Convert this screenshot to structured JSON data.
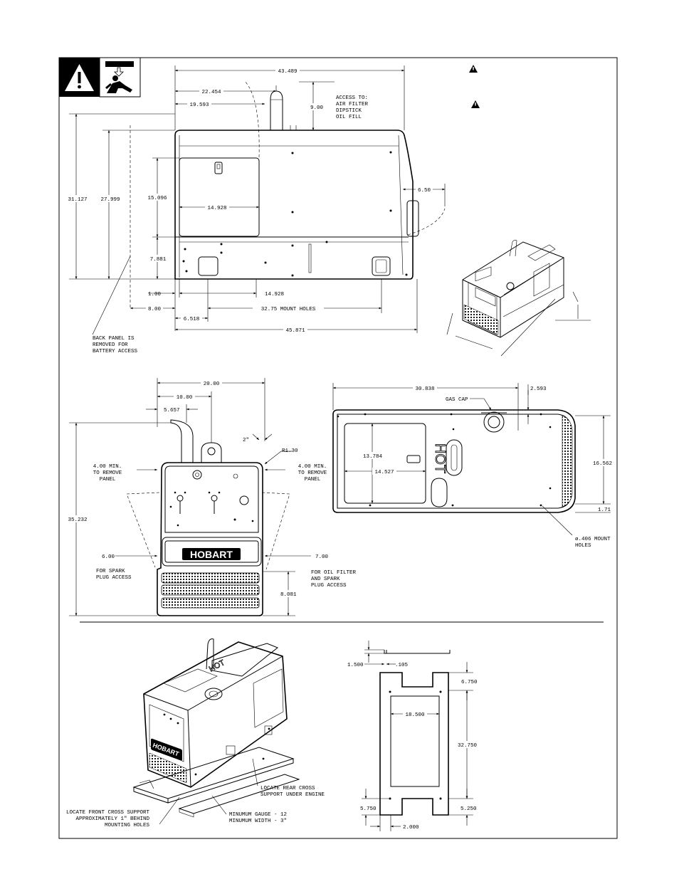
{
  "warning_icons": [
    "hazard-warning-icon",
    "falling-equipment-icon",
    "small-warning-icon"
  ],
  "side_view": {
    "dims": {
      "overall_length": "43.489",
      "to_exhaust": "22.454",
      "to_exhaust_inner": "19.593",
      "exhaust_height": "9.00",
      "height_total": "31.127",
      "height_body": "27.999",
      "door_height": "15.096",
      "door_width": "14.928",
      "base_height": "7.881",
      "right_clearance": "6.50",
      "left_offset_1": "1.00",
      "left_offset_2": "8.00",
      "bottom_span": "14.928",
      "mount_offset": "6.518",
      "mount_holes": "32.75 MOUNT HOLES",
      "base_length": "45.871"
    },
    "access_note": [
      "ACCESS TO:",
      "AIR FILTER",
      "DIPSTICK",
      "OIL FILL"
    ],
    "battery_note": [
      "BACK PANEL IS",
      "REMOVED FOR",
      "BATTERY ACCESS"
    ]
  },
  "front_view": {
    "dims": {
      "width": "20.00",
      "half_width": "10.00",
      "exhaust_offset": "5.657",
      "corner": "2\"",
      "radius": "R1.30",
      "height": "35.232",
      "left_clear": "6.00",
      "right_clear": "7.00",
      "grille_height": "8.081"
    },
    "left_panel_note": [
      "4.00 MIN.",
      "TO REMOVE",
      "PANEL"
    ],
    "right_panel_note": [
      "4.00 MIN.",
      "TO REMOVE",
      "PANEL"
    ],
    "spark_note": [
      "FOR SPARK",
      "PLUG ACCESS"
    ],
    "oil_note": [
      "FOR OIL FILTER",
      "AND SPARK",
      "PLUG ACCESS"
    ],
    "brand": "HOBART"
  },
  "top_view": {
    "dims": {
      "length": "30.838",
      "cap_offset": "2.593",
      "door_height": "13.784",
      "door_width": "14.527",
      "depth": "16.562",
      "edge": "1.71"
    },
    "gas_cap": "GAS CAP",
    "hot_label": "HOT",
    "mount_note": [
      "ø.406 MOUNT",
      "HOLES"
    ]
  },
  "bottom_iso": {
    "front_note": [
      "LOCATE FRONT CROSS SUPPORT",
      "APPROXIMATELY 1\" BEHIND",
      "MOUNTING HOLES"
    ],
    "rear_note": [
      "LOCATE REAR CROSS",
      "SUPPORT UNDER ENGINE"
    ],
    "gauge_note": [
      "MINUMUM GAUGE - 12",
      "MINUMUM WIDTH - 3\""
    ],
    "brand": "HOBART",
    "hot_label": "HOT"
  },
  "frame_view": {
    "dims": {
      "flange": "1.500",
      "thickness": ".105",
      "top_end": "6.750",
      "inner_width": "18.500",
      "length": "32.750",
      "bottom_left": "5.750",
      "bottom_right": "5.250",
      "channel": "2.000"
    }
  }
}
